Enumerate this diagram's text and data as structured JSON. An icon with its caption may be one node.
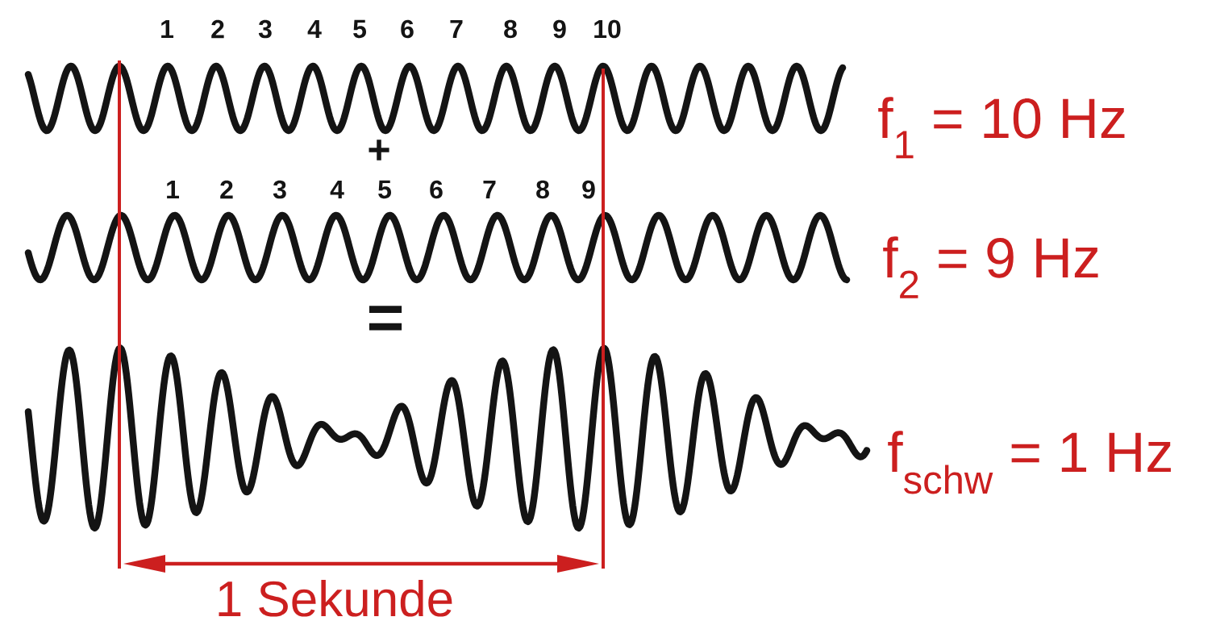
{
  "diagram": {
    "labels": [
      "1",
      "2",
      "3",
      "4",
      "5",
      "6",
      "7",
      "8",
      "9",
      "10",
      "f$_{1}$ = 10 Hz",
      "+",
      "1",
      "2",
      "3",
      "4",
      "5",
      "6",
      "7",
      "8",
      "9",
      "f$_{2}$ = 9 Hz",
      "=",
      "f$_{schw}$ = 1 Hz",
      "1 Sekunde"
    ]
  }
}
